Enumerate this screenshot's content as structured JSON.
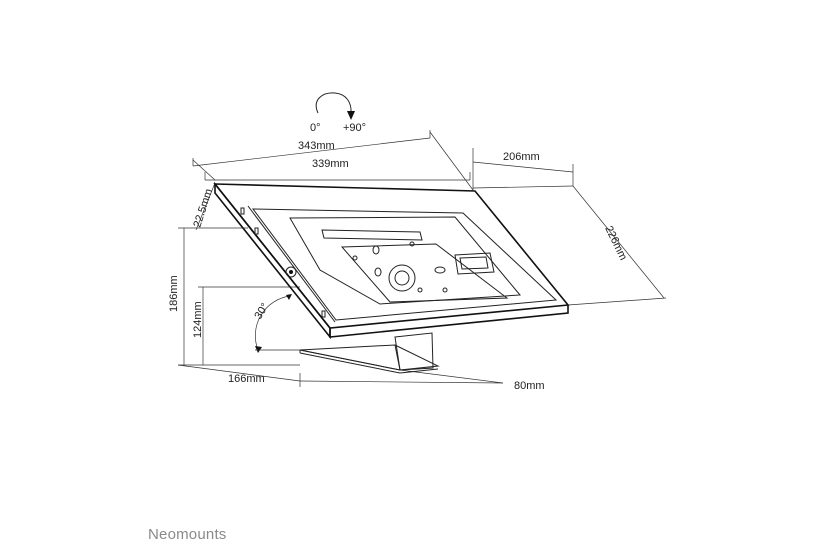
{
  "labels": {
    "rotation_start": "0°",
    "rotation_end": "+90°",
    "width_outer": "343mm",
    "width_inner": "339mm",
    "depth_top": "206mm",
    "height_side": "226mm",
    "thickness": "22.5mm",
    "height_total": "186mm",
    "height_pivot": "124mm",
    "tilt_angle": "30°",
    "base_length": "166mm",
    "base_width": "80mm"
  },
  "brand": {
    "name": "Neomounts"
  }
}
